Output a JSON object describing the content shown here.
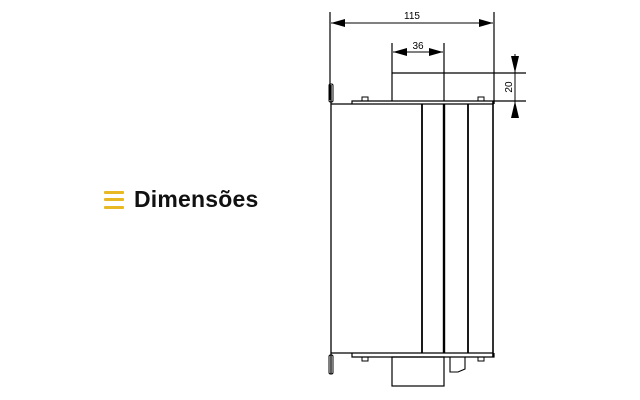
{
  "section": {
    "icon": "menu-lines-icon",
    "accent_color": "#e8b923",
    "title": "Dimensões"
  },
  "drawing": {
    "dimensions": {
      "overall_width": "115",
      "inner_width": "36",
      "height_offset": "20"
    },
    "line_color": "#000000"
  }
}
